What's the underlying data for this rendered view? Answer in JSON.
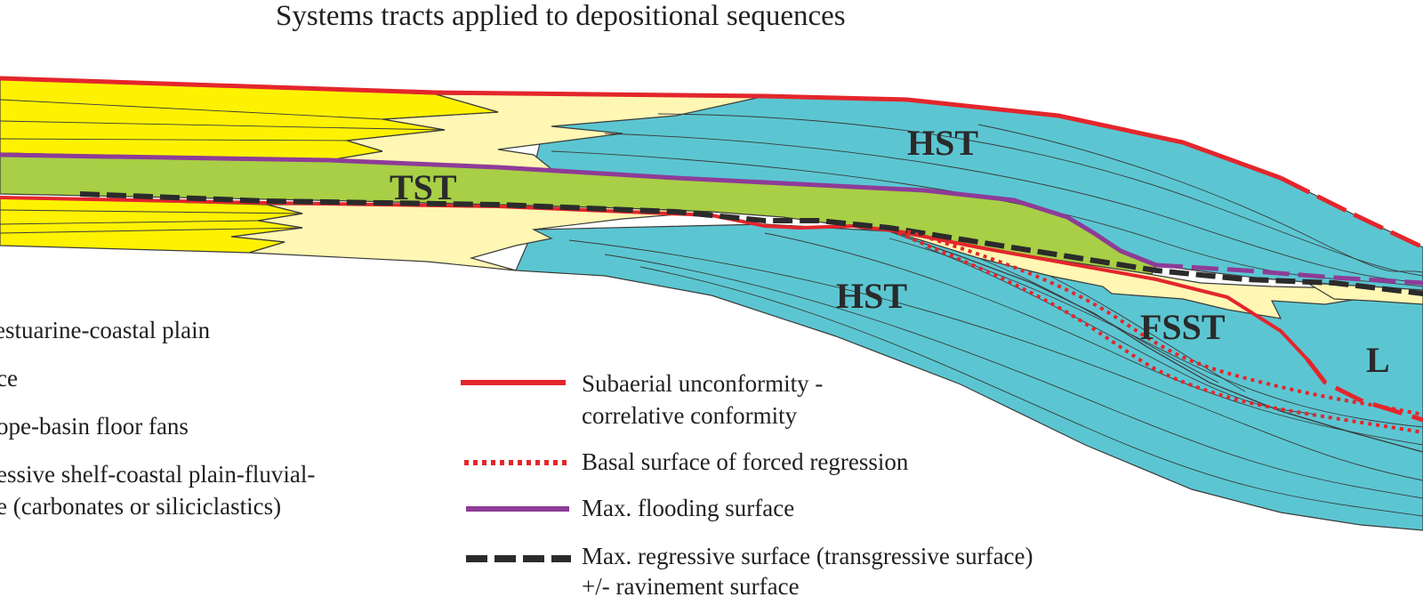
{
  "title": "Systems tracts applied to depositional sequences",
  "tract_labels": {
    "hst_upper": "HST",
    "tst": "TST",
    "hst_lower": "HST",
    "fsst": "FSST",
    "lst_partial": "L"
  },
  "facies_legend": [
    "estuarine-coastal plain",
    "ce",
    "ope-basin floor fans",
    "essive shelf-coastal plain-fluvial-",
    "e (carbonates or siliciclastics)"
  ],
  "surface_legend": [
    {
      "symbol": "solid-red-line",
      "lines": [
        "Subaerial unconformity -",
        "correlative conformity"
      ]
    },
    {
      "symbol": "dotted-red-line",
      "lines": [
        "Basal surface of forced regression"
      ]
    },
    {
      "symbol": "solid-purple-line",
      "lines": [
        "Max. flooding surface"
      ]
    },
    {
      "symbol": "dashed-black-line",
      "lines": [
        "Max. regressive surface (transgressive surface)",
        "+/- ravinement surface"
      ]
    }
  ],
  "colors": {
    "coastal_yellow": "#fff200",
    "shoreface_pale": "#fff7b3",
    "slope_cyan": "#5bc6d2",
    "tst_green": "#a8cf45",
    "unconformity_red": "#e3262c",
    "flooding_purple": "#8e3c97",
    "regressive_black": "#2b2b2b",
    "outline_gray": "#3b3b3b"
  }
}
